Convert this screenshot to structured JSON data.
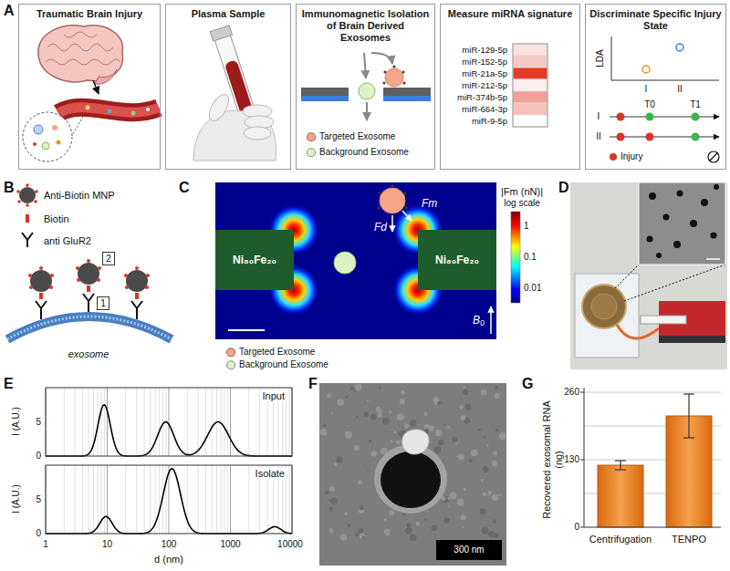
{
  "diagram": {
    "nodes": [
      {
        "text": [
          "Traumatic Brain Injury"
        ]
      },
      {
        "text": [
          "Plasma Sample"
        ]
      },
      {
        "text": [
          "Immunomagnetic Isolation of Brain Derived Exosomes"
        ]
      },
      {
        "text": [
          "Measure miRNA signature"
        ]
      },
      {
        "text": [
          "Discriminate Specific Injury State"
        ]
      },
      {
        "text": [
          "2"
        ]
      },
      {
        "text": [
          "1"
        ]
      },
      {
        "text": [
          "Ni₈₀Fe₂₀"
        ]
      },
      {
        "text": [
          "Ni₈₀Fe₂₀"
        ]
      }
    ],
    "labels": [
      "A",
      "miR-129-5p",
      "miR-152-5p",
      "miR-21a-5p",
      "miR-212-5p",
      "miR-374b-5p",
      "miR-664-3p",
      "miR-9-5p",
      "LDA",
      "I",
      "II",
      "T0",
      "T1",
      "I",
      "II",
      "Injury",
      "B",
      "Anti-Biotin MNP",
      "Biotin",
      "anti GluR2",
      "exosome",
      "C",
      "Fm",
      "Fd",
      "|Fm (nN)|",
      "log scale",
      "1",
      "0.1",
      "0.01",
      "B₀",
      "D",
      "E",
      "Input",
      "I (A.U.)",
      "5",
      "0",
      "Isolate",
      "I (A.U.)",
      "5",
      "0",
      "1",
      "10",
      "100",
      "1000",
      "10000",
      "d (nm)",
      "F",
      "300 nm",
      "G",
      "Recovered exosomal RNA (ng)",
      "260",
      "130",
      "0",
      "Centrifugation",
      "TENPO"
    ],
    "legend": [
      {
        "text": "Targeted Exosome",
        "color": "#f4a58a"
      },
      {
        "text": "Background Exosome",
        "color": "#dcf2c6"
      },
      {
        "text": "Targeted Exosome",
        "color": "#f4a58a"
      },
      {
        "text": "Background Exosome",
        "color": "#dcf2c6"
      }
    ]
  }
}
